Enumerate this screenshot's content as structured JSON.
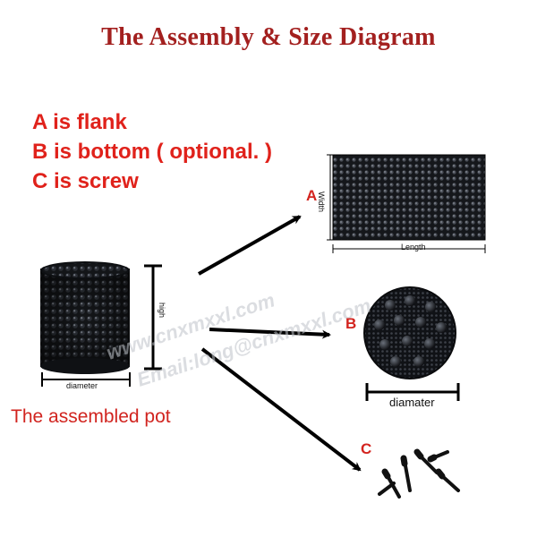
{
  "title": "The Assembly & Size Diagram",
  "legend": {
    "a": "A is flank",
    "b": "B is bottom ( optional. )",
    "c": "C is screw"
  },
  "pot": {
    "caption": "The assembled pot",
    "height_label": "high",
    "diameter_label": "diameter"
  },
  "flank": {
    "letter": "A",
    "width_label": "Width",
    "length_label": "Length"
  },
  "bottom": {
    "letter": "B",
    "diameter_label": "diamater"
  },
  "screw": {
    "letter": "C"
  },
  "watermark": {
    "line1": "www.cnxmxxl.com",
    "line2": "Email:long@cnxmxxl.com"
  },
  "colors": {
    "title": "#a3201f",
    "legend": "#e0221b",
    "label": "#d3241f",
    "product": "#1b1d22"
  }
}
